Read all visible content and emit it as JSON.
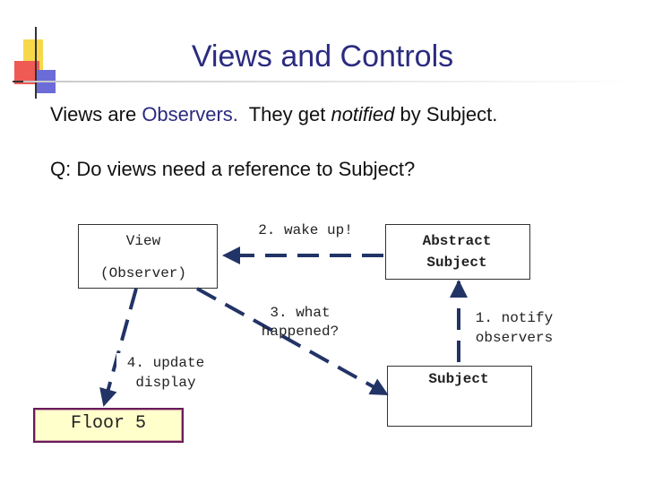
{
  "title": "Views and Controls",
  "bullet1": {
    "part1": "Views are ",
    "part2": "Observers.",
    "part3": "  They get ",
    "part4": "notified",
    "part5": " by Subject."
  },
  "bullet2": "Q: Do views need a reference to Subject?",
  "diagram": {
    "view_line1": "View",
    "view_line2": "(Observer)",
    "abstract_line1": "Abstract",
    "abstract_line2": "Subject",
    "subject": "Subject",
    "floor": "Floor 5",
    "step2": "2. wake up!",
    "step3_line1": "3. what",
    "step3_line2": "happened?",
    "step1_line1": "1. notify",
    "step1_line2": "observers",
    "step4_line1": "4. update",
    "step4_line2": "display"
  },
  "colors": {
    "title": "#2b2b80",
    "arrow": "#223366",
    "floor_fill": "#ffffcc",
    "floor_border": "#6a1a5a"
  }
}
